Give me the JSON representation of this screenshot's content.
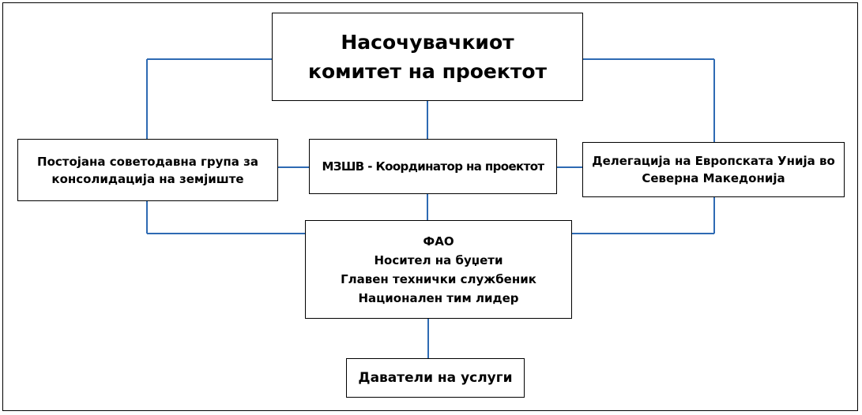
{
  "nodes": {
    "steering_committee": {
      "lines": [
        "Насочувачкиот",
        "комитет на проектот"
      ]
    },
    "advisory_group": {
      "lines": [
        "Постојана советодавна група за",
        "консолидација на земјиште"
      ]
    },
    "coordinator": {
      "text": "МЗШВ - Координатор на проектот"
    },
    "eu_delegation": {
      "lines": [
        "Делегација на Европската Унија во",
        "Северна Македонија"
      ]
    },
    "fao": {
      "lines": [
        "ФАО",
        "Носител на буџети",
        "Главен технички службеник",
        "Национален тим лидер"
      ]
    },
    "service_providers": {
      "text": "Даватели на услуги"
    }
  },
  "colors": {
    "connector": "#2e6ab3",
    "border": "#000000",
    "background": "#ffffff"
  }
}
